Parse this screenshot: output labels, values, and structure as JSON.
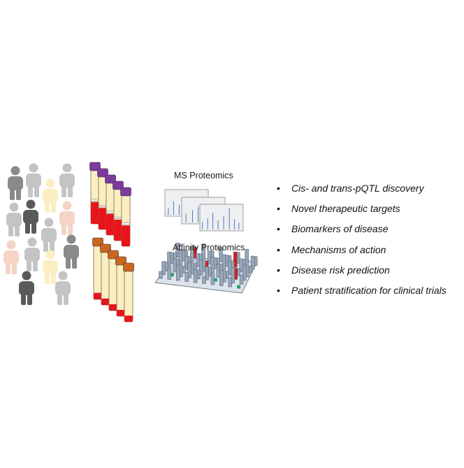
{
  "labels": {
    "ms_proteomics": "MS Proteomics",
    "affinity_proteomics": "Affinity Proteomics"
  },
  "applications": [
    "Cis- and trans-pQTL discovery",
    "Novel therapeutic targets",
    "Biomarkers of disease",
    "Mechanisms of action",
    "Disease risk prediction",
    "Patient stratification for clinical trials"
  ],
  "colors": {
    "person_dark": "#5a5a5a",
    "person_mid": "#8a8a8a",
    "person_light": "#c4c4c4",
    "person_peach": "#f5d3c5",
    "person_cream": "#fbeec2",
    "tube_body": "#fbeec0",
    "blood_red": "#e8141c",
    "cap_purple": "#7d3aa0",
    "cap_orange": "#c9661f",
    "spectrum_peak": "#4a78c8",
    "array_pillar": "#97a6b8",
    "array_hit": "#d42020",
    "array_green": "#1fa36b"
  }
}
